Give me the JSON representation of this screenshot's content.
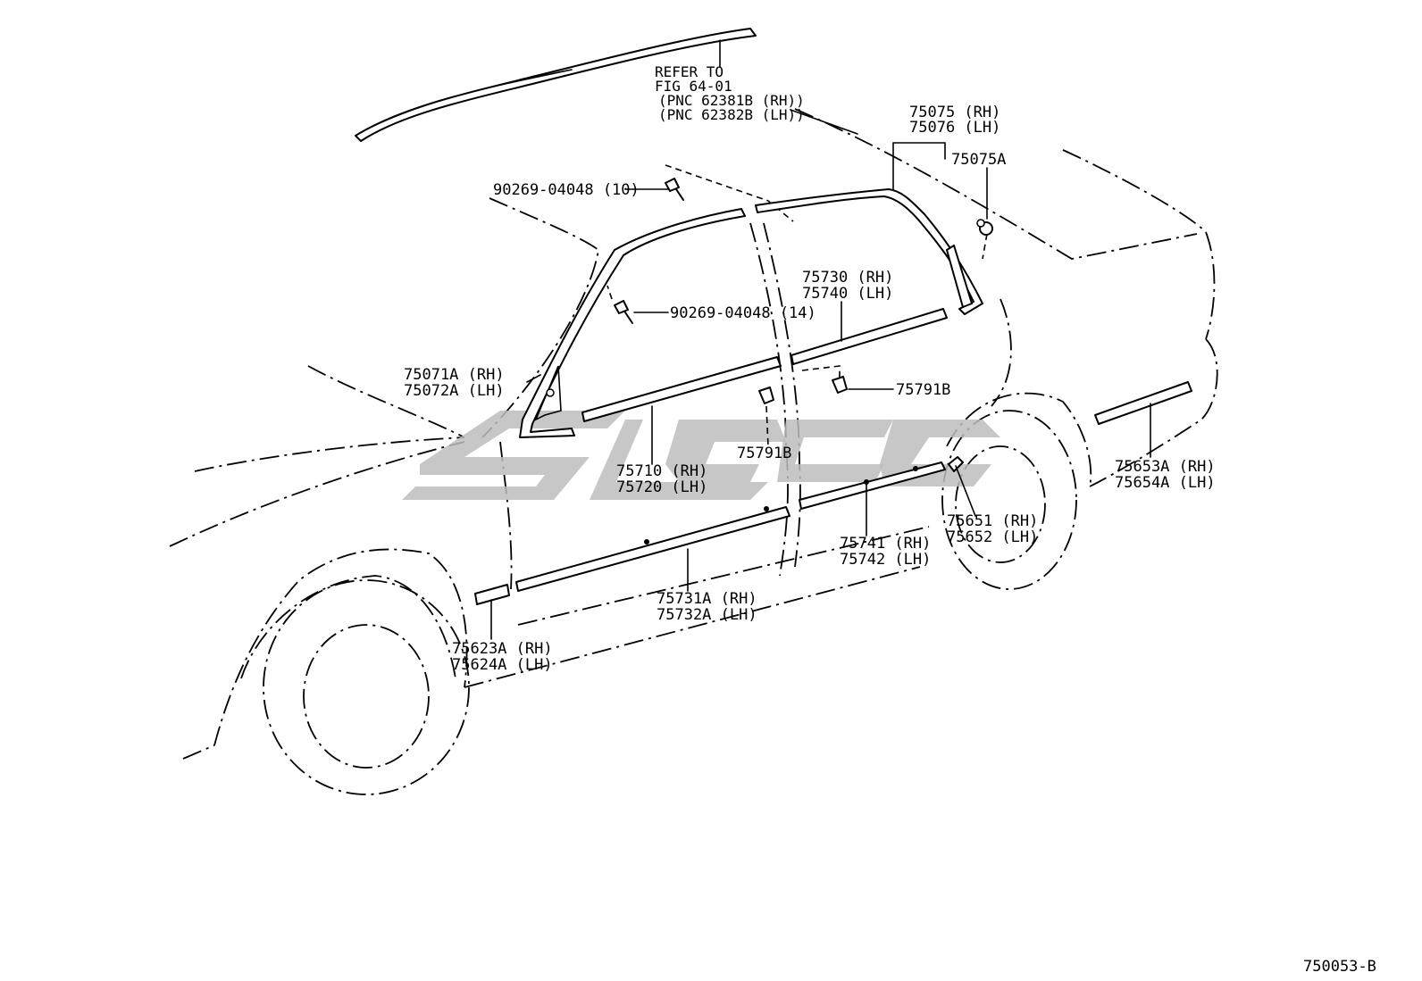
{
  "diagram_id": "750053-B",
  "refer_note": {
    "line1": "REFER TO",
    "line2": "FIG 64-01",
    "line3": "(PNC 62381B (RH))",
    "line4": "(PNC 62382B (LH))"
  },
  "callouts": {
    "roof_rh": "75075 (RH)",
    "roof_lh": "75076 (LH)",
    "roof_clip": "75075A",
    "screw_10": "90269-04048 (10)",
    "screw_14": "90269-04048 (14)",
    "rear_belt_rh": "75730 (RH)",
    "rear_belt_lh": "75740 (LH)",
    "pillar_rh": "75071A (RH)",
    "pillar_lh": "75072A (LH)",
    "clip_rear": "75791B",
    "clip_front": "75791B",
    "front_belt_rh": "75710 (RH)",
    "front_belt_lh": "75720 (LH)",
    "rear_fender_rh": "75653A (RH)",
    "rear_fender_lh": "75654A (LH)",
    "rear_end_rh": "75651 (RH)",
    "rear_end_lh": "75652 (LH)",
    "rear_side_rh": "75741 (RH)",
    "rear_side_lh": "75742 (LH)",
    "front_side_rh": "75731A (RH)",
    "front_side_lh": "75732A (LH)",
    "front_fender_rh": "75623A (RH)",
    "front_fender_lh": "75624A (LH)"
  }
}
